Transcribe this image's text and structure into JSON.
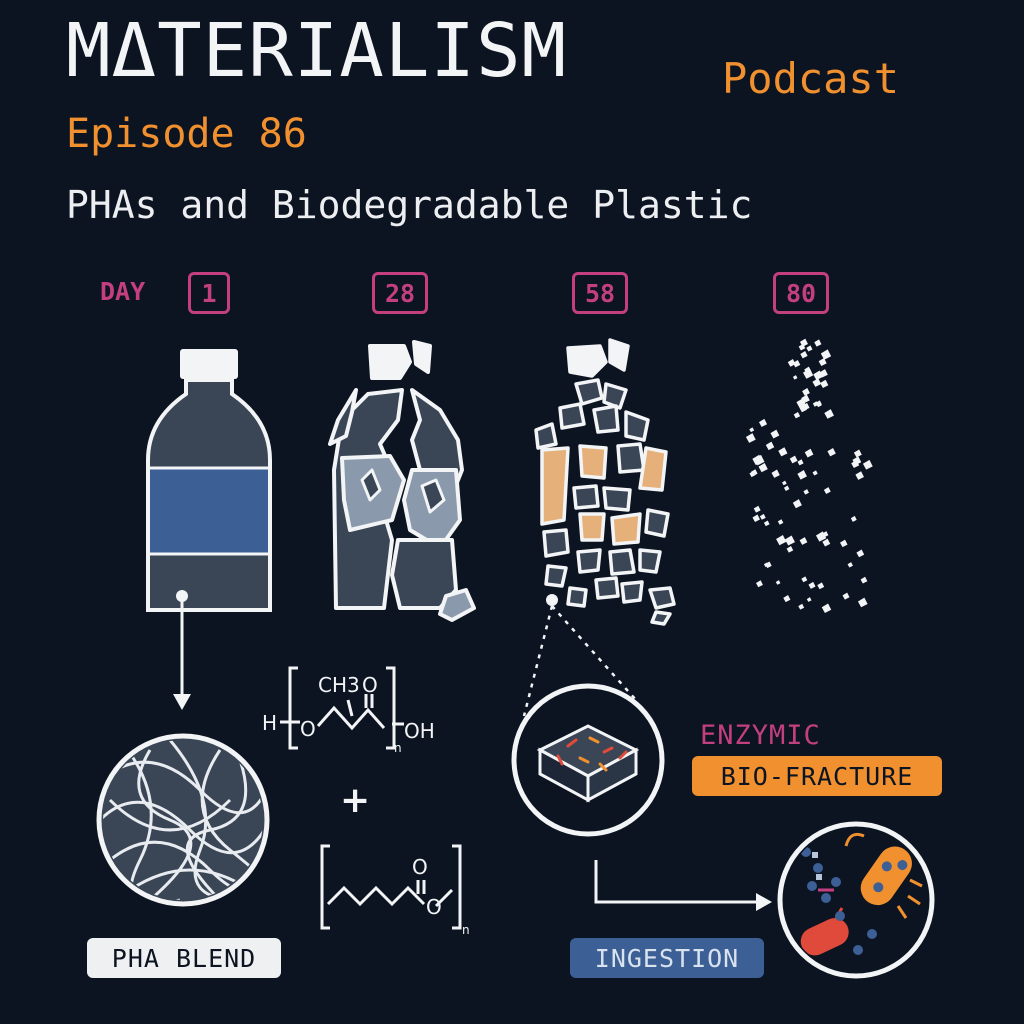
{
  "title": {
    "brand": "MΔTERIALISM",
    "podcast": "Podcast",
    "episode": "Episode 86",
    "subtitle": "PHAs and Biodegradable Plastic"
  },
  "timeline": {
    "day_label": "DAY",
    "days": [
      "1",
      "28",
      "58",
      "80"
    ]
  },
  "labels": {
    "pha_blend": "PHA BLEND",
    "enzymic": "ENZYMIC",
    "bio_fracture": "BIO-FRACTURE",
    "ingestion": "INGESTION",
    "plus": "+"
  },
  "chemistry": {
    "h": "H",
    "ch3": "CH3",
    "o": "O",
    "oh": "OH",
    "n": "n"
  },
  "colors": {
    "background": "#0c1422",
    "accent_orange": "#f0902e",
    "accent_magenta": "#c43f80",
    "bottle_blue": "#3c5f96",
    "bottle_dark": "#3a4556",
    "fragment_tan": "#e6b07a"
  },
  "icons": [
    "plastic-bottle-icon",
    "cracked-bottle-icon",
    "fragmented-bottle-icon",
    "particles-icon",
    "polymer-fiber-circle-icon",
    "soil-block-circle-icon",
    "bacteria-circle-icon",
    "arrow-icon"
  ]
}
